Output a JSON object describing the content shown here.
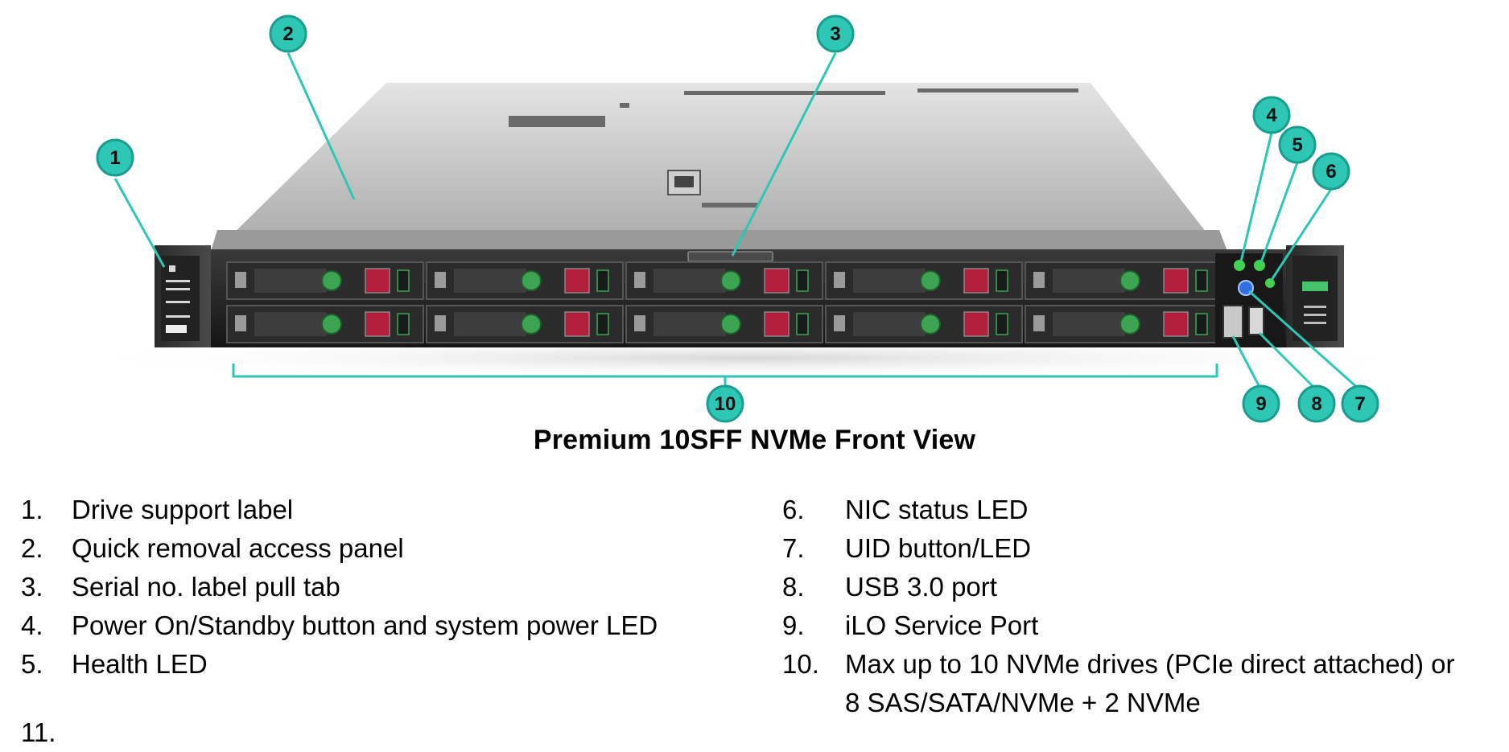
{
  "figure": {
    "caption": "Premium 10SFF NVMe Front View",
    "callouts": [
      "1",
      "2",
      "3",
      "4",
      "5",
      "6",
      "7",
      "8",
      "9",
      "10"
    ],
    "colors": {
      "callout_fill": "#2ec7b6",
      "callout_ring": "#1a9c8e",
      "chassis_top": "#c9c9c9",
      "front_panel": "#1e1e1e",
      "drive_latch": "#3ca453",
      "drive_release": "#b21e3c",
      "uid_led": "#2f6fe0",
      "power_led": "#43d14f"
    }
  },
  "legend": {
    "left": [
      {
        "num": "1.",
        "text": "Drive support label"
      },
      {
        "num": "2.",
        "text": "Quick removal access panel"
      },
      {
        "num": "3.",
        "text": "Serial no. label pull tab"
      },
      {
        "num": "4.",
        "text": "Power On/Standby button and system power LED"
      },
      {
        "num": "5.",
        "text": "Health LED"
      }
    ],
    "right": [
      {
        "num": "6.",
        "text": "NIC status LED"
      },
      {
        "num": "7.",
        "text": "UID button/LED"
      },
      {
        "num": "8.",
        "text": "USB 3.0 port"
      },
      {
        "num": "9.",
        "text": "iLO Service Port"
      },
      {
        "num": "10.",
        "text": "Max up to 10 NVMe drives (PCIe direct attached) or 8 SAS/SATA/NVMe + 2 NVMe"
      }
    ],
    "clipped_next_number": "11."
  }
}
